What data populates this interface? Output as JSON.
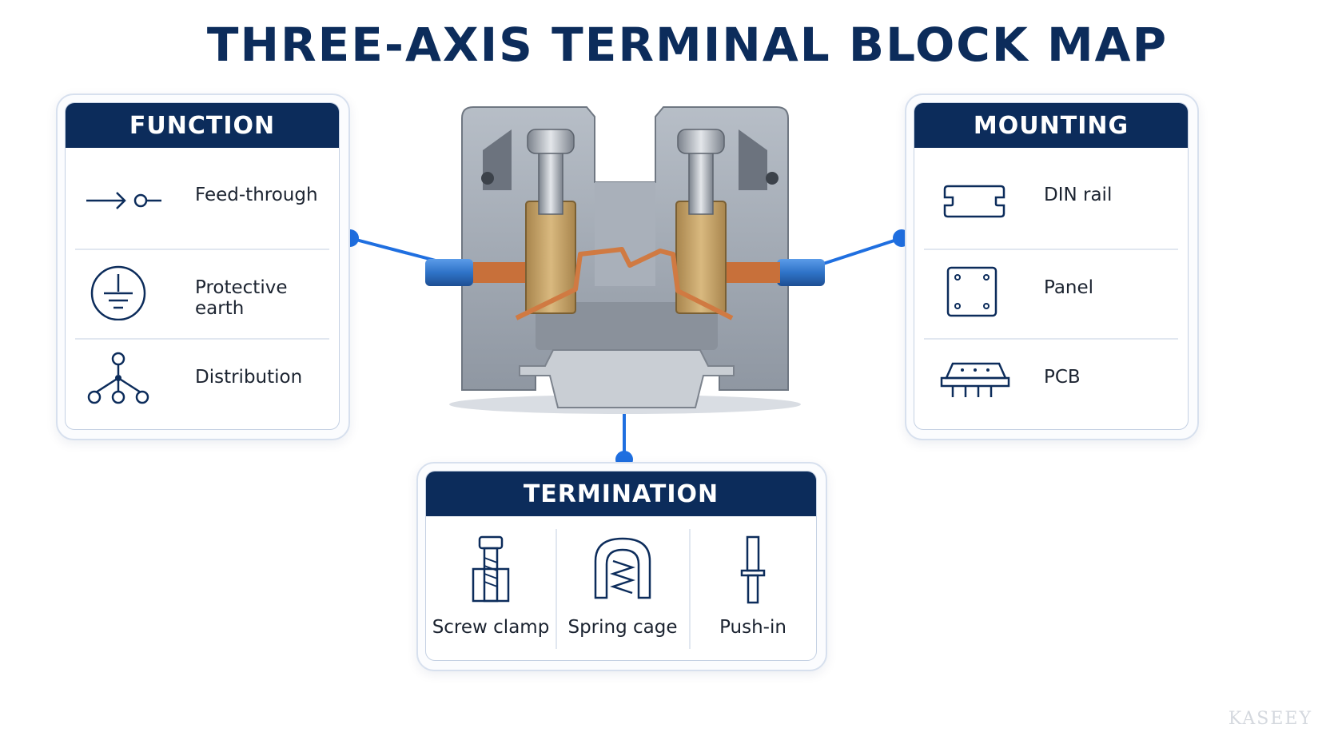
{
  "title": "THREE-AXIS TERMINAL BLOCK MAP",
  "function_panel": {
    "heading": "FUNCTION",
    "items": [
      {
        "label": "Feed-through",
        "icon": "feed-through-icon"
      },
      {
        "label": "Protective earth",
        "icon": "earth-icon"
      },
      {
        "label": "Distribution",
        "icon": "distribution-icon"
      }
    ]
  },
  "mounting_panel": {
    "heading": "MOUNTING",
    "items": [
      {
        "label": "DIN rail",
        "icon": "din-rail-icon"
      },
      {
        "label": "Panel",
        "icon": "panel-icon"
      },
      {
        "label": "PCB",
        "icon": "pcb-icon"
      }
    ]
  },
  "termination_panel": {
    "heading": "TERMINATION",
    "items": [
      {
        "label": "Screw clamp",
        "icon": "screw-clamp-icon"
      },
      {
        "label": "Spring cage",
        "icon": "spring-cage-icon"
      },
      {
        "label": "Push-in",
        "icon": "push-in-icon"
      }
    ]
  },
  "watermark": "KASEEY",
  "colors": {
    "navy": "#0c2c5b",
    "connector_blue": "#1f6fe0",
    "housing_grey": "#9ea6b1",
    "brass": "#c9a66b",
    "copper": "#c8703a"
  }
}
